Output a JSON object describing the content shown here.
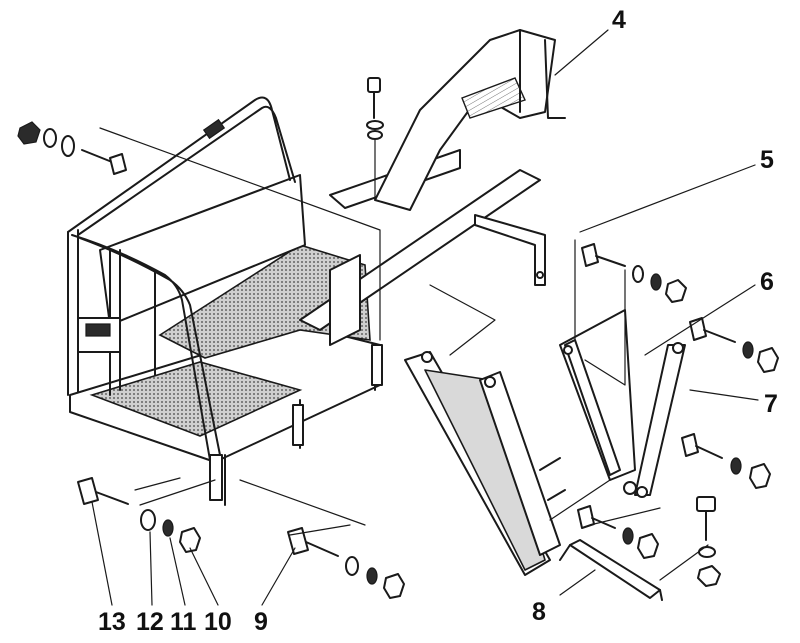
{
  "callouts": [
    {
      "id": "4",
      "text": "4"
    },
    {
      "id": "5",
      "text": "5"
    },
    {
      "id": "6",
      "text": "6"
    },
    {
      "id": "7",
      "text": "7"
    },
    {
      "id": "8",
      "text": "8"
    },
    {
      "id": "9",
      "text": "9"
    },
    {
      "id": "10",
      "text": "10"
    },
    {
      "id": "11",
      "text": "11"
    },
    {
      "id": "12",
      "text": "12"
    },
    {
      "id": "13",
      "text": "13"
    }
  ]
}
